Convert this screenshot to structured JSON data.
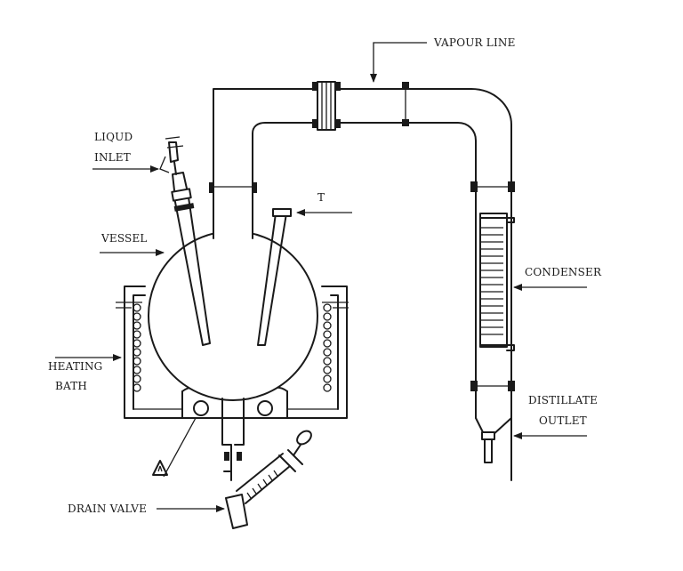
{
  "labels": {
    "vapour_line": "VAPOUR  LINE",
    "liquid_inlet_line1": "LIQUD",
    "liquid_inlet_line2": "INLET",
    "t": "T",
    "vessel": "VESSEL",
    "condenser": "CONDENSER",
    "heating_bath_line1": "HEATING",
    "heating_bath_line2": "BATH",
    "distillate_outlet_line1": "DISTILLATE",
    "distillate_outlet_line2": "OUTLET",
    "drain_valve": "DRAIN  VALVE"
  },
  "colors": {
    "ink": "#1a1a1a",
    "background": "#ffffff"
  }
}
